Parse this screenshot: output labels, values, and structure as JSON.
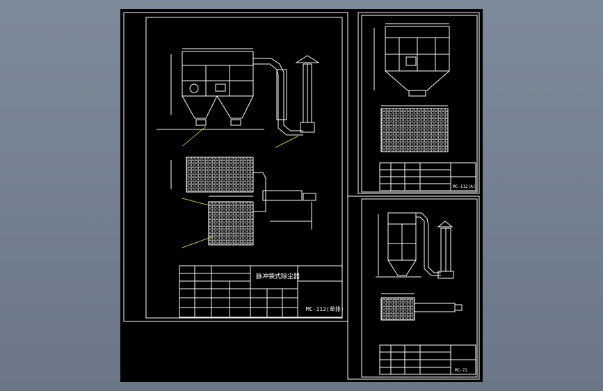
{
  "app": {
    "viewport_bg": "#000000",
    "line_color": "#ffffff",
    "accent_color": "#ffff00"
  },
  "sheets": {
    "main": {
      "title_block": {
        "drawing_name": "脉冲袋式除尘器",
        "drawing_number": "MC-112(单排)"
      }
    },
    "top_right": {
      "title_block": {
        "drawing_number": "MC-112(A)"
      }
    },
    "bottom_right": {
      "title_block": {
        "drawing_number": "MC-72"
      }
    }
  }
}
